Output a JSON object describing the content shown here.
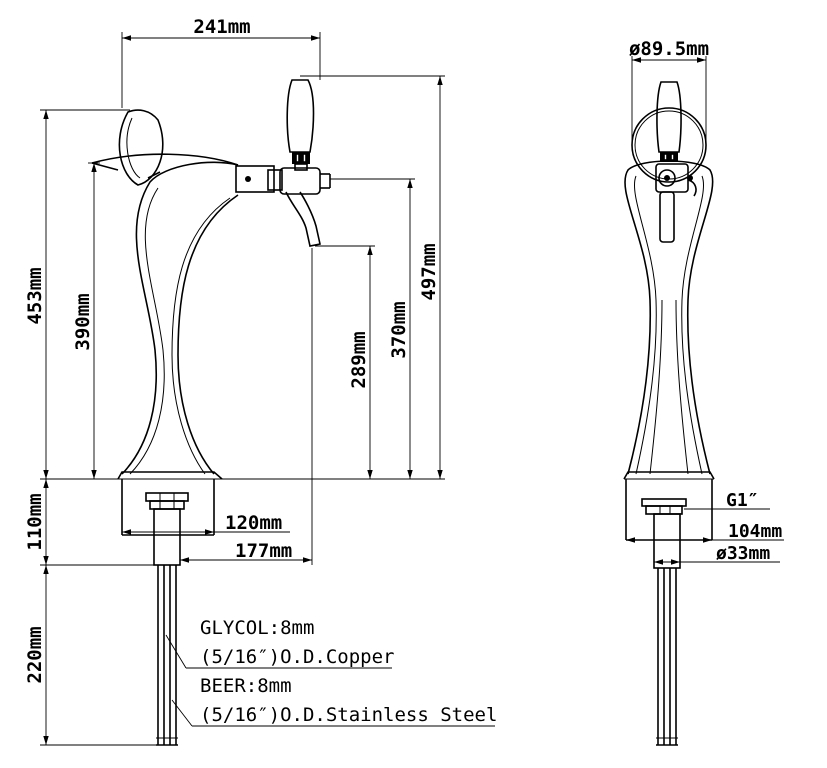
{
  "dimensions": {
    "width_total": "241mm",
    "height_total": "497mm",
    "height_top_shield": "453mm",
    "height_body": "390mm",
    "height_tap": "370mm",
    "height_spout": "289mm",
    "height_base": "110mm",
    "length_lines": "220mm",
    "base_width_side": "120mm",
    "spout_reach": "177mm",
    "shield_diameter": "ø89.5mm",
    "thread": "G1″",
    "base_width_front": "104mm",
    "shank_diameter": "ø33mm"
  },
  "notes": {
    "glycol_line1": "GLYCOL:8mm",
    "glycol_line2": "(5/16″)O.D.Copper",
    "beer_line1": "BEER:8mm",
    "beer_line2": "(5/16″)O.D.Stainless Steel"
  }
}
